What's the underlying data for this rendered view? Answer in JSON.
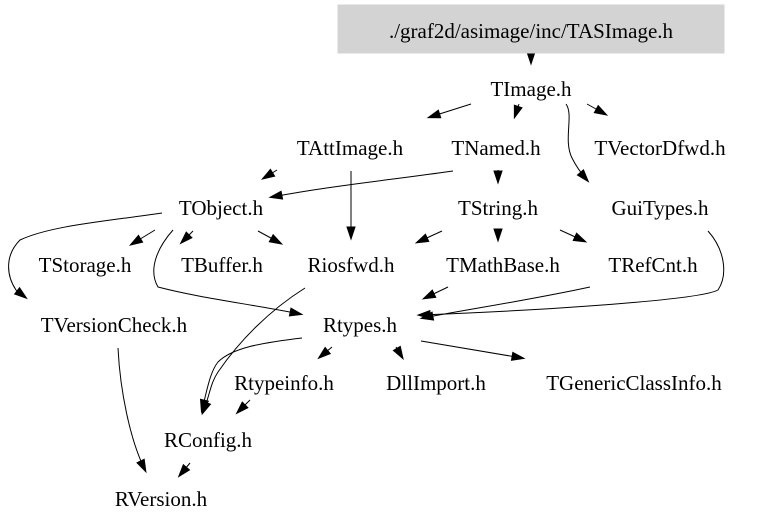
{
  "diagram": {
    "type": "include-dependency-graph",
    "root": "./graf2d/asimage/inc/TASImage.h",
    "nodes": [
      {
        "id": "TASImage",
        "label": "./graf2d/asimage/inc/TASImage.h",
        "highlighted": true
      },
      {
        "id": "TImage",
        "label": "TImage.h"
      },
      {
        "id": "TAttImage",
        "label": "TAttImage.h"
      },
      {
        "id": "TNamed",
        "label": "TNamed.h"
      },
      {
        "id": "TVectorDfwd",
        "label": "TVectorDfwd.h"
      },
      {
        "id": "TObject",
        "label": "TObject.h"
      },
      {
        "id": "TString",
        "label": "TString.h"
      },
      {
        "id": "GuiTypes",
        "label": "GuiTypes.h"
      },
      {
        "id": "TStorage",
        "label": "TStorage.h"
      },
      {
        "id": "TBuffer",
        "label": "TBuffer.h"
      },
      {
        "id": "Riosfwd",
        "label": "Riosfwd.h"
      },
      {
        "id": "TMathBase",
        "label": "TMathBase.h"
      },
      {
        "id": "TRefCnt",
        "label": "TRefCnt.h"
      },
      {
        "id": "TVersionCheck",
        "label": "TVersionCheck.h"
      },
      {
        "id": "Rtypes",
        "label": "Rtypes.h"
      },
      {
        "id": "Rtypeinfo",
        "label": "Rtypeinfo.h"
      },
      {
        "id": "DllImport",
        "label": "DllImport.h"
      },
      {
        "id": "TGenericClassInfo",
        "label": "TGenericClassInfo.h"
      },
      {
        "id": "RConfig",
        "label": "RConfig.h"
      },
      {
        "id": "RVersion",
        "label": "RVersion.h"
      }
    ],
    "edges": [
      {
        "from": "TASImage",
        "to": "TImage"
      },
      {
        "from": "TImage",
        "to": "TAttImage"
      },
      {
        "from": "TImage",
        "to": "TNamed"
      },
      {
        "from": "TImage",
        "to": "TVectorDfwd"
      },
      {
        "from": "TImage",
        "to": "GuiTypes"
      },
      {
        "from": "TAttImage",
        "to": "TObject"
      },
      {
        "from": "TAttImage",
        "to": "Riosfwd"
      },
      {
        "from": "TNamed",
        "to": "TObject"
      },
      {
        "from": "TNamed",
        "to": "TString"
      },
      {
        "from": "TObject",
        "to": "TStorage"
      },
      {
        "from": "TObject",
        "to": "TBuffer"
      },
      {
        "from": "TObject",
        "to": "Riosfwd"
      },
      {
        "from": "TObject",
        "to": "TVersionCheck"
      },
      {
        "from": "TObject",
        "to": "Rtypes"
      },
      {
        "from": "TString",
        "to": "Riosfwd"
      },
      {
        "from": "TString",
        "to": "TMathBase"
      },
      {
        "from": "TString",
        "to": "TRefCnt"
      },
      {
        "from": "GuiTypes",
        "to": "Rtypes"
      },
      {
        "from": "TMathBase",
        "to": "Rtypes"
      },
      {
        "from": "TRefCnt",
        "to": "Rtypes"
      },
      {
        "from": "Riosfwd",
        "to": "RConfig"
      },
      {
        "from": "Rtypes",
        "to": "Rtypeinfo"
      },
      {
        "from": "Rtypes",
        "to": "DllImport"
      },
      {
        "from": "Rtypes",
        "to": "TGenericClassInfo"
      },
      {
        "from": "Rtypes",
        "to": "RConfig"
      },
      {
        "from": "Rtypeinfo",
        "to": "RConfig"
      },
      {
        "from": "TVersionCheck",
        "to": "RVersion"
      },
      {
        "from": "RConfig",
        "to": "RVersion"
      }
    ]
  }
}
